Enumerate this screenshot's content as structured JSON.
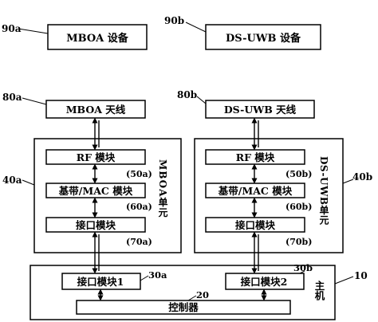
{
  "devices": {
    "mboa": {
      "ref": "90a",
      "label": "MBOA 设备"
    },
    "dsuwb": {
      "ref": "90b",
      "label": "DS-UWB 设备"
    }
  },
  "antennas": {
    "mboa": {
      "ref": "80a",
      "label": "MBOA 天线"
    },
    "dsuwb": {
      "ref": "80b",
      "label": "DS-UWB 天线"
    }
  },
  "units": {
    "mboa": {
      "ref": "40a",
      "side_label": "MBOA单元",
      "rf": {
        "label": "RF 模块",
        "ref": "(50a)"
      },
      "baseband": {
        "label": "基带/MAC 模块",
        "ref": "(60a)"
      },
      "interface": {
        "label": "接口模块",
        "ref": "(70a)"
      }
    },
    "dsuwb": {
      "ref": "40b",
      "side_label": "DS-UWB单元",
      "rf": {
        "label": "RF 模块",
        "ref": "(50b)"
      },
      "baseband": {
        "label": "基带/MAC 模块",
        "ref": "(60b)"
      },
      "interface": {
        "label": "接口模块",
        "ref": "(70b)"
      }
    }
  },
  "host": {
    "ref": "10",
    "side_label": "主机",
    "interface1": {
      "label": "接口模块1",
      "ref": "30a"
    },
    "interface2": {
      "label": "接口模块2",
      "ref": "30b"
    },
    "controller": {
      "label": "控制器",
      "ref": "20"
    }
  }
}
